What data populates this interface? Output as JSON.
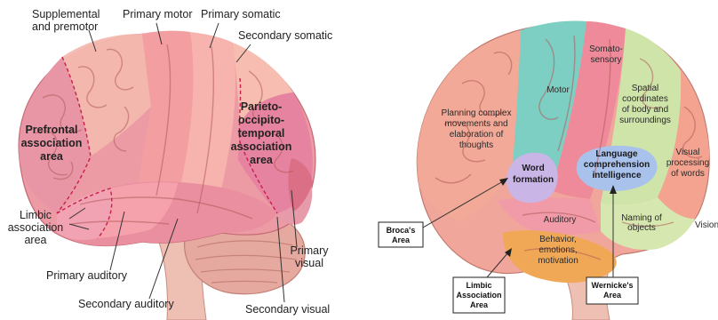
{
  "left_diagram": {
    "labels": {
      "supplemental": [
        "Supplemental",
        "and premotor"
      ],
      "primary_motor": "Primary motor",
      "primary_somatic": "Primary somatic",
      "secondary_somatic": "Secondary somatic",
      "prefrontal": [
        "Prefrontal",
        "association",
        "area"
      ],
      "parieto": [
        "Parieto-",
        "occipito-",
        "temporal",
        "association",
        "area"
      ],
      "limbic": [
        "Limbic",
        "association",
        "area"
      ],
      "primary_auditory": "Primary auditory",
      "secondary_auditory": "Secondary auditory",
      "primary_visual": [
        "Primary",
        "visual"
      ],
      "secondary_visual": "Secondary visual"
    }
  },
  "right_diagram": {
    "labels": {
      "somato": [
        "Somato-",
        "sensory"
      ],
      "motor": "Motor",
      "planning": [
        "Planning complex",
        "movements and",
        "elaboration of",
        "thoughts"
      ],
      "spatial": [
        "Spatial",
        "coordinates",
        "of body and",
        "surroundings"
      ],
      "word_formation": [
        "Word",
        "formation"
      ],
      "language": [
        "Language",
        "comprehension",
        "intelligence"
      ],
      "visual_processing": [
        "Visual",
        "processing",
        "of words"
      ],
      "auditory": "Auditory",
      "naming": [
        "Naming of",
        "objects"
      ],
      "vision": "Vision",
      "behavior": [
        "Behavior,",
        "emotions,",
        "motivation"
      ]
    },
    "callouts": {
      "broca": [
        "Broca's",
        "Area"
      ],
      "limbic": [
        "Limbic",
        "Association",
        "Area"
      ],
      "wernicke": [
        "Wernicke's",
        "Area"
      ]
    }
  },
  "colors": {
    "prefrontal_pink": "#e79aa6",
    "motor_salmon": "#f0a6a0",
    "parieto_pink": "#e88ca0",
    "cerebellum": "#e6a9a0",
    "motor_teal": "#7ccfc2",
    "spatial_green": "#cfe4a8",
    "orange_limbic": "#f0a857",
    "lavender": "#c9b6e6",
    "language_blue": "#a9c2ec"
  }
}
